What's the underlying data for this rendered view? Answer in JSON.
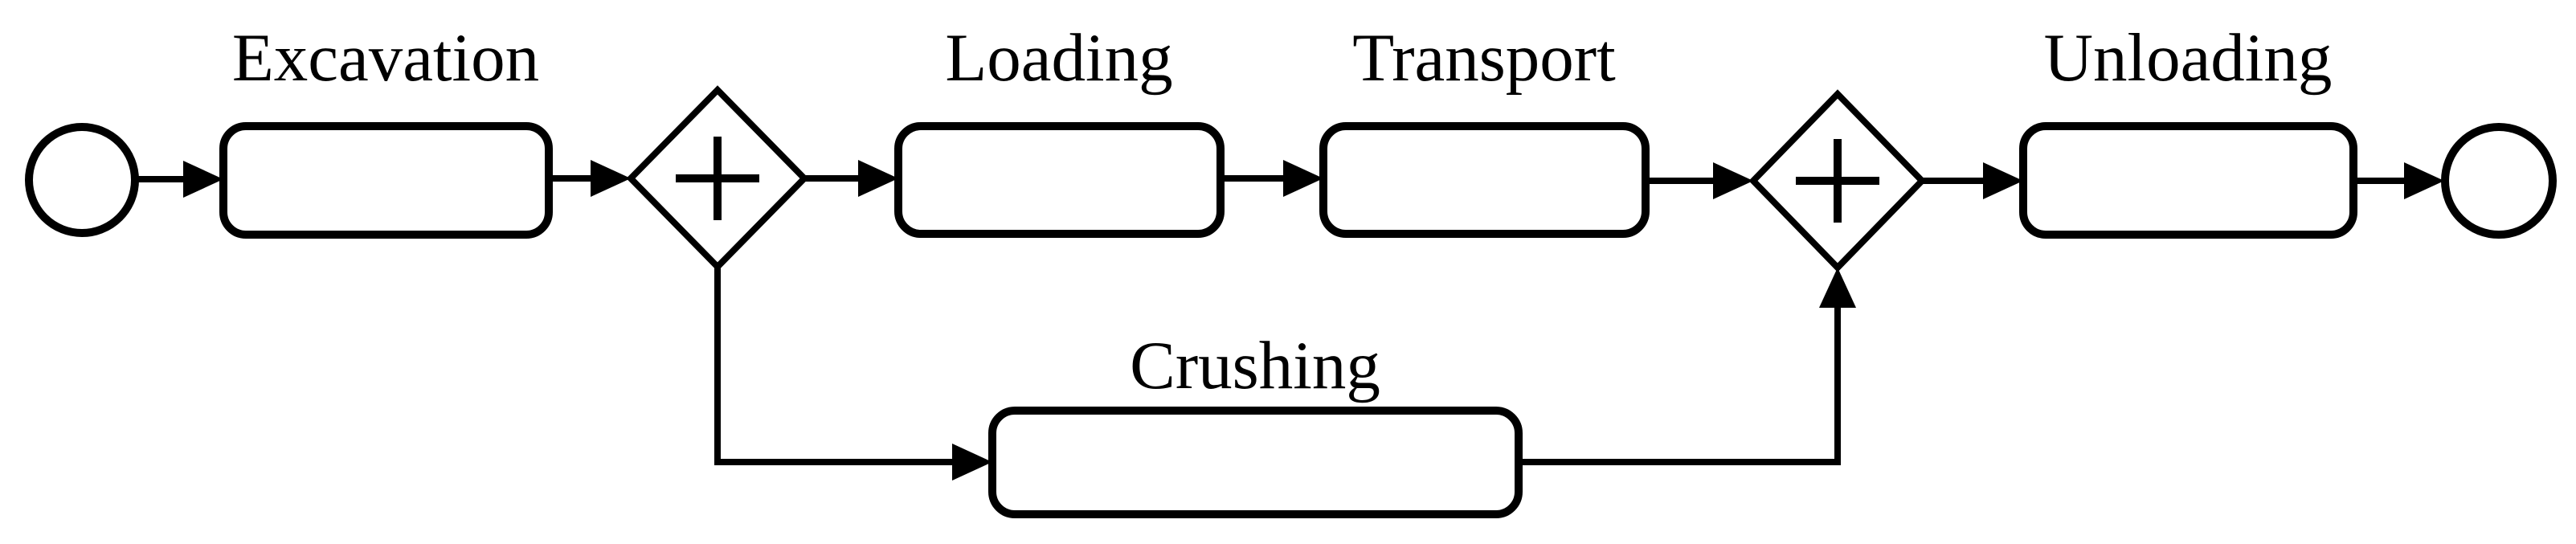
{
  "colors": {
    "stroke": "#000000",
    "fill": "#ffffff",
    "background": "#ffffff"
  },
  "diagram": {
    "labels": {
      "excavation": "Excavation",
      "loading": "Loading",
      "transport": "Transport",
      "unloading": "Unloading",
      "crushing": "Crushing"
    },
    "gateways": {
      "split_icon": "plus",
      "join_icon": "plus"
    }
  }
}
